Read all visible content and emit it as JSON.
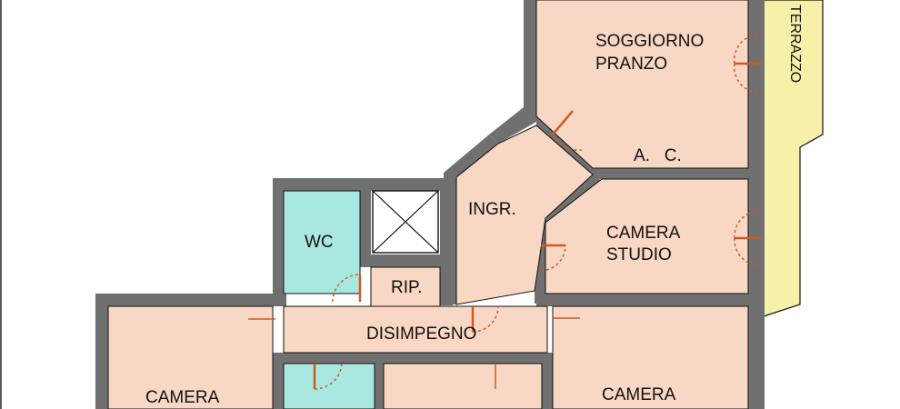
{
  "palette": {
    "wall": "#707070",
    "room": "#f8d7c4",
    "wet": "#a9e8e0",
    "terrace": "#f7f0a8",
    "door": "#d05a1a",
    "outline": "#111111"
  },
  "labels": {
    "soggiorno_1": "SOGGIORNO",
    "soggiorno_2": "PRANZO",
    "ac": "A.   C.",
    "terrazzo": "TERRAZZO",
    "ingresso": "INGR.",
    "wc": "WC",
    "camera_studio_1": "CAMERA",
    "camera_studio_2": "STUDIO",
    "ripostiglio": "RIP.",
    "disimpegno": "DISIMPEGNO",
    "camera_left": "CAMERA",
    "camera_right": "CAMERA"
  },
  "icons": {
    "shaft": "cross-shaft-icon",
    "door": "door-swing-icon"
  }
}
